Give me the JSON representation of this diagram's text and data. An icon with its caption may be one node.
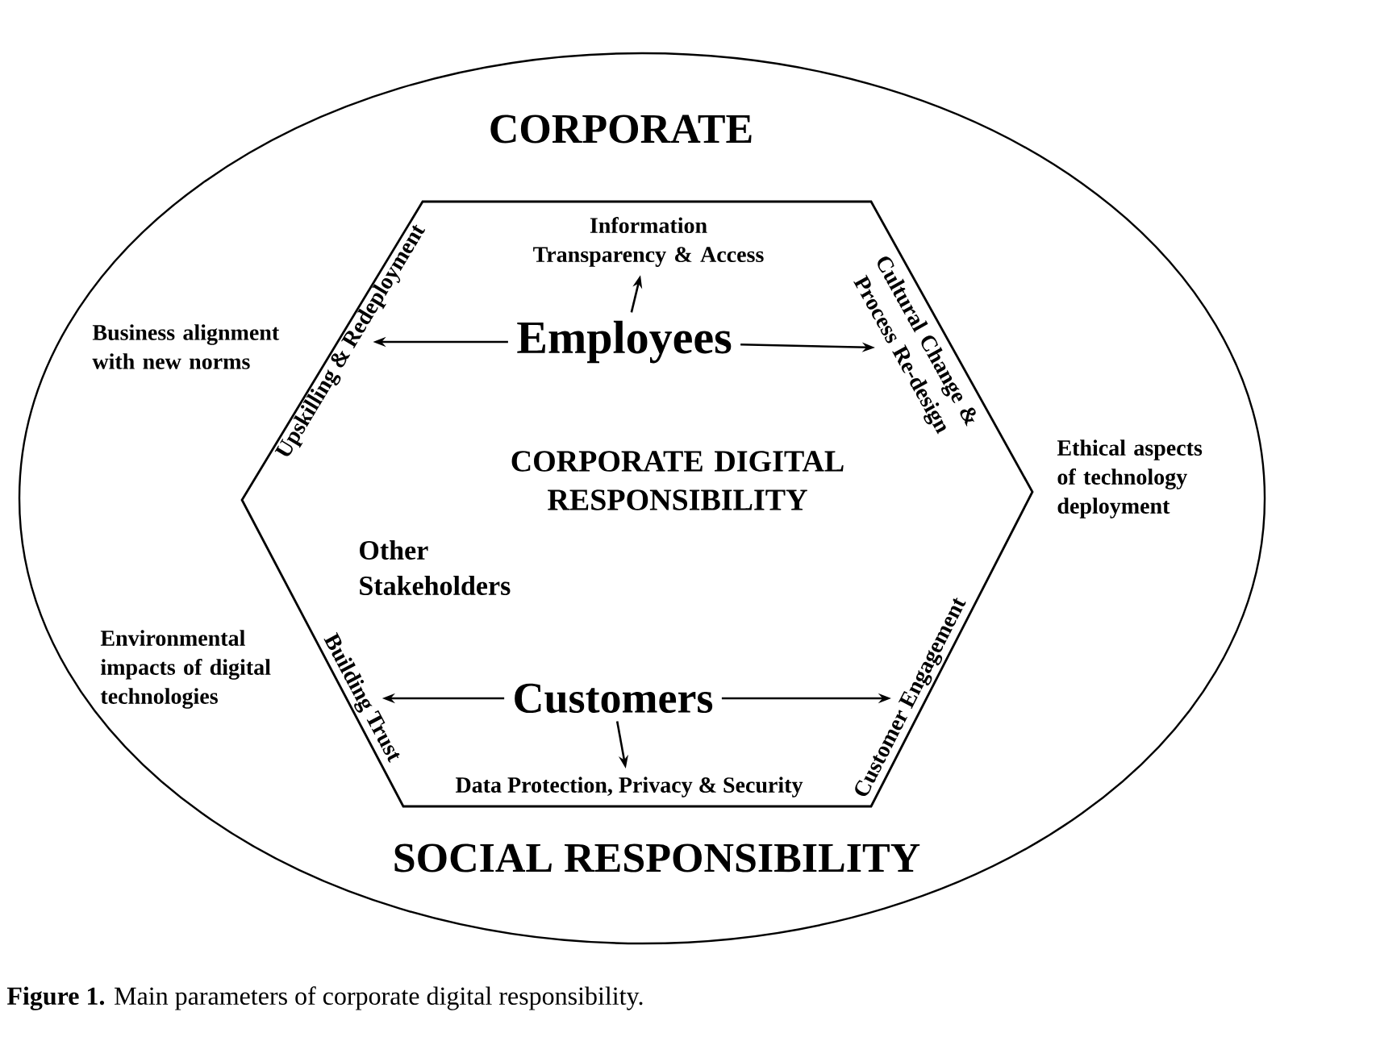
{
  "diagram": {
    "caption": "**Figure 1.** Main parameters of corporate digital responsibility.",
    "nodes": [
      {
        "text": [
          "CORPORATE",
          "SOCIAL RESPONSIBILITY"
        ]
      },
      {
        "text": [
          "CORPORATE DIGITAL RESPONSIBILITY"
        ],
        "in": 0
      },
      {
        "text": [
          "Information Transparency & Access"
        ],
        "in": 1
      },
      {
        "text": [
          "Upskilling & Redeployment"
        ],
        "in": 1
      },
      {
        "text": [
          "Employees"
        ],
        "in": 1
      },
      {
        "text": [
          "Cultural Change & Process Re-design"
        ],
        "in": 1
      },
      {
        "text": [
          "Building Trust"
        ],
        "in": 1
      },
      {
        "text": [
          "Customers"
        ],
        "in": 1
      },
      {
        "text": [
          "Customer Engagement"
        ],
        "in": 1
      },
      {
        "text": [
          "Data Protection, Privacy & Security"
        ],
        "in": 1
      }
    ],
    "edges": [
      {
        "from": 4,
        "to": 2,
        "arrow": "to"
      },
      {
        "from": 4,
        "to": 3,
        "arrow": "to"
      },
      {
        "from": 4,
        "to": 5,
        "arrow": "to"
      },
      {
        "from": 7,
        "to": 6,
        "arrow": "to"
      },
      {
        "from": 7,
        "to": 8,
        "arrow": "to"
      },
      {
        "from": 7,
        "to": 9,
        "arrow": "to"
      }
    ],
    "labels": [
      "Business alignment with new norms",
      "Ethical aspects of technology deployment",
      "Other Stakeholders",
      "Environmental impacts of digital technologies"
    ]
  }
}
